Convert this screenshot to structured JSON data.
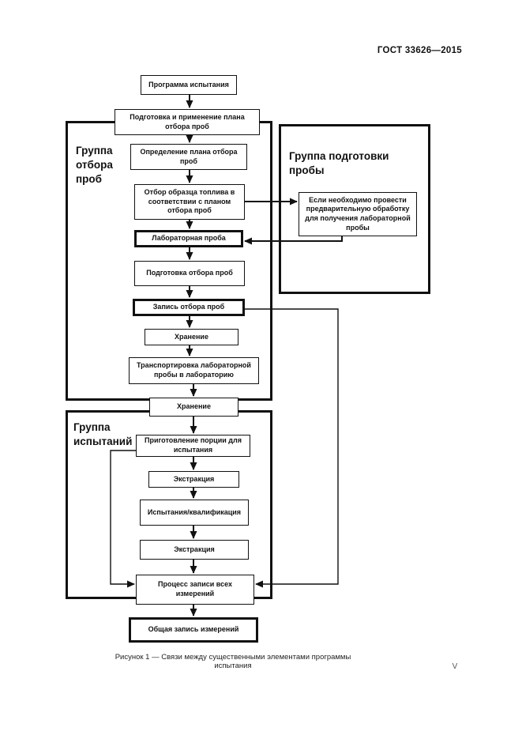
{
  "header": {
    "title": "ГОСТ 33626—2015"
  },
  "figure": {
    "caption": "Рисунок 1 — Связи между существенными элементами программы испытания",
    "page_number": "V"
  },
  "groups": {
    "sampling": "Группа отбора проб",
    "sample_preparation": "Группа подготовки пробы",
    "testing": "Группа испытаний"
  },
  "nodes": {
    "program": "Программа испытания",
    "plan_preparation": "Подготовка и применение плана отбора проб",
    "plan_definition": "Определение плана отбора проб",
    "sample_selection": "Отбор образца топлива в соответствии с планом отбора проб",
    "lab_sample": "Лабораторная проба",
    "sampling_preparation": "Подготовка отбора проб",
    "sampling_record": "Запись отбора проб",
    "storage1": "Хранение",
    "transport": "Транспортировка лабораторной пробы в лабораторию",
    "storage2": "Хранение",
    "portion_preparation": "Приготовление порции для испытания",
    "extraction1": "Экстракция",
    "testing_qualification": "Испытания/квалификация",
    "extraction2": "Экстракция",
    "measurement_process": "Процесс записи всех измерений",
    "overall_record": "Общая запись измерений",
    "pretreatment": "Если необходимо провести предварительную обработку для получения лабораторной пробы"
  },
  "colors": {
    "ink": "#111111",
    "paper": "#ffffff"
  }
}
